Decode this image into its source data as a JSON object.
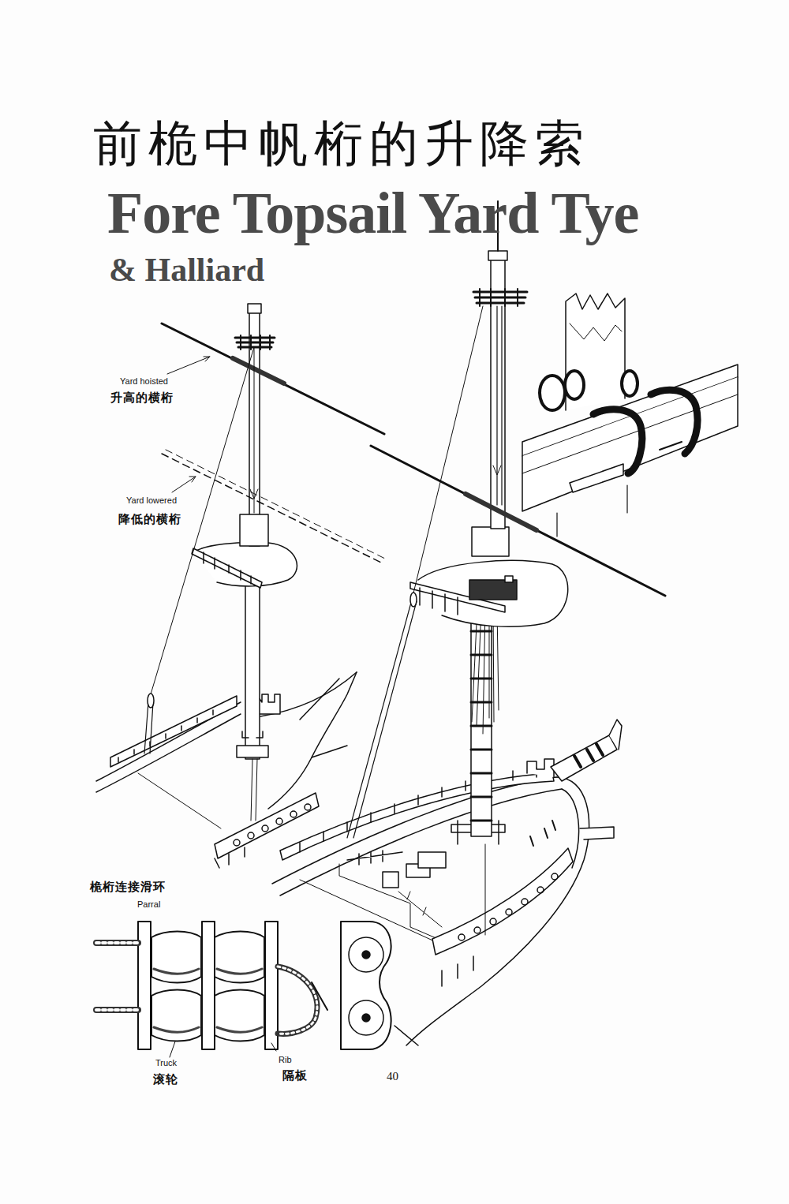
{
  "diagram": {
    "title": "前桅中帆桁的升降索",
    "labels": [
      "Fore Topsail Yard Tye",
      "& Halliard",
      "Yard hoisted",
      "升高的横桁",
      "Yard lowered",
      "降低的横桁",
      "桅桁连接滑环",
      "Parral",
      "Truck",
      "滚轮",
      "Rib",
      "隔板",
      "40"
    ]
  }
}
